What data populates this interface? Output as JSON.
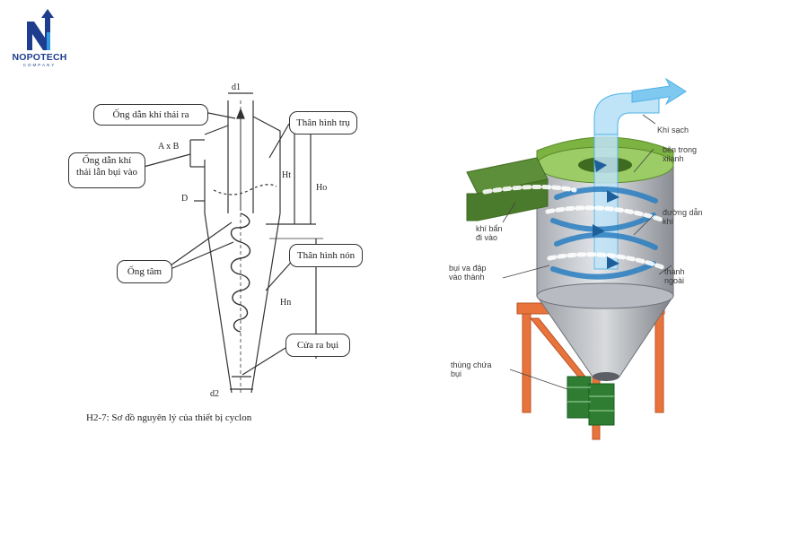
{
  "logo": {
    "name": "NOPOTECH",
    "sub": "COMPANY",
    "mark": "N"
  },
  "left_diagram": {
    "callouts": {
      "outlet_pipe": "Ống dẫn khí thải ra",
      "inlet_pipe_line1": "Ống dẫn khí",
      "inlet_pipe_line2": "thải lẫn bụi vào",
      "center_pipe": "Ống tâm",
      "cylinder_body": "Thân hình trụ",
      "cone_body": "Thân hình nón",
      "dust_outlet": "Cửa ra bụi"
    },
    "dims": {
      "d1": "d1",
      "axb": "A x B",
      "D": "D",
      "Ht": "Ht",
      "Ho": "Ho",
      "Hn": "Hn",
      "d2": "d2"
    },
    "caption": "H2-7: Sơ đồ nguyên lý của thiết bị cyclon"
  },
  "right_diagram": {
    "labels": {
      "clean_air": "Khí sạch",
      "inside_cyl_1": "bên trong",
      "inside_cyl_2": "xilanh",
      "dirty_in_1": "khí bẩn",
      "dirty_in_2": "đi vào",
      "gas_path_1": "đường dẫn",
      "gas_path_2": "khí",
      "dust_hit_1": "bụi va đập",
      "dust_hit_2": "vào thành",
      "outer_wall_1": "thành",
      "outer_wall_2": "ngoài",
      "dust_bin_1": "thùng chứa",
      "dust_bin_2": "bụi"
    }
  },
  "colors": {
    "logo_blue": "#1f3d8f",
    "cyan_flow": "#4fb3e8",
    "green_hood": "#7cb342",
    "orange_frame": "#e8743b",
    "dust_bin_green": "#2e7d32"
  }
}
